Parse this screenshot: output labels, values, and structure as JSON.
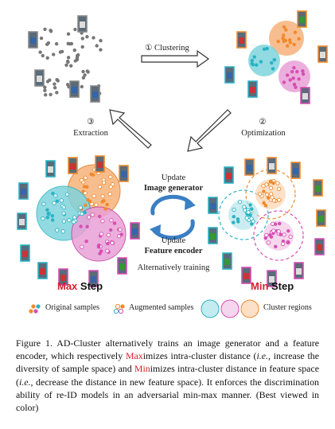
{
  "figure": {
    "arrows": {
      "clustering": "① Clustering",
      "optimization_num": "②",
      "optimization": "Optimization",
      "extraction_num": "③",
      "extraction": "Extraction"
    },
    "center": {
      "update1": "Update",
      "image_generator": "Image generator",
      "update2": "Update",
      "feature_encoder": "Feature encoder",
      "alt_training": "Alternatively training"
    },
    "max_step": {
      "prefix": "Max",
      "suffix": "Step"
    },
    "min_step": {
      "prefix": "Min",
      "suffix": "Step"
    },
    "legend": {
      "original": "Original samples",
      "augmented": "Augmented samples",
      "regions": "Cluster regions"
    },
    "colors": {
      "cyan": "#2ab3c4",
      "orange": "#f08a2c",
      "pink": "#d64fb4",
      "grey": "#777777",
      "red": "#d6202c"
    }
  },
  "caption": {
    "p1": "Figure 1. AD-Cluster alternatively trains an image generator and a feature encoder, which respectively ",
    "max": "Max",
    "p2": "imizes intra-cluster distance (",
    "ie1": "i.e.",
    "p3": ", increase the diversity of sample space) and ",
    "min": "Min",
    "p4": "imizes intra-cluster distance in feature space (",
    "ie2": "i.e.",
    "p5": ", decrease the distance in new feature space). It enforces the discrimination ability of re-ID models in an adversarial min-max manner. (Best viewed in color)"
  }
}
